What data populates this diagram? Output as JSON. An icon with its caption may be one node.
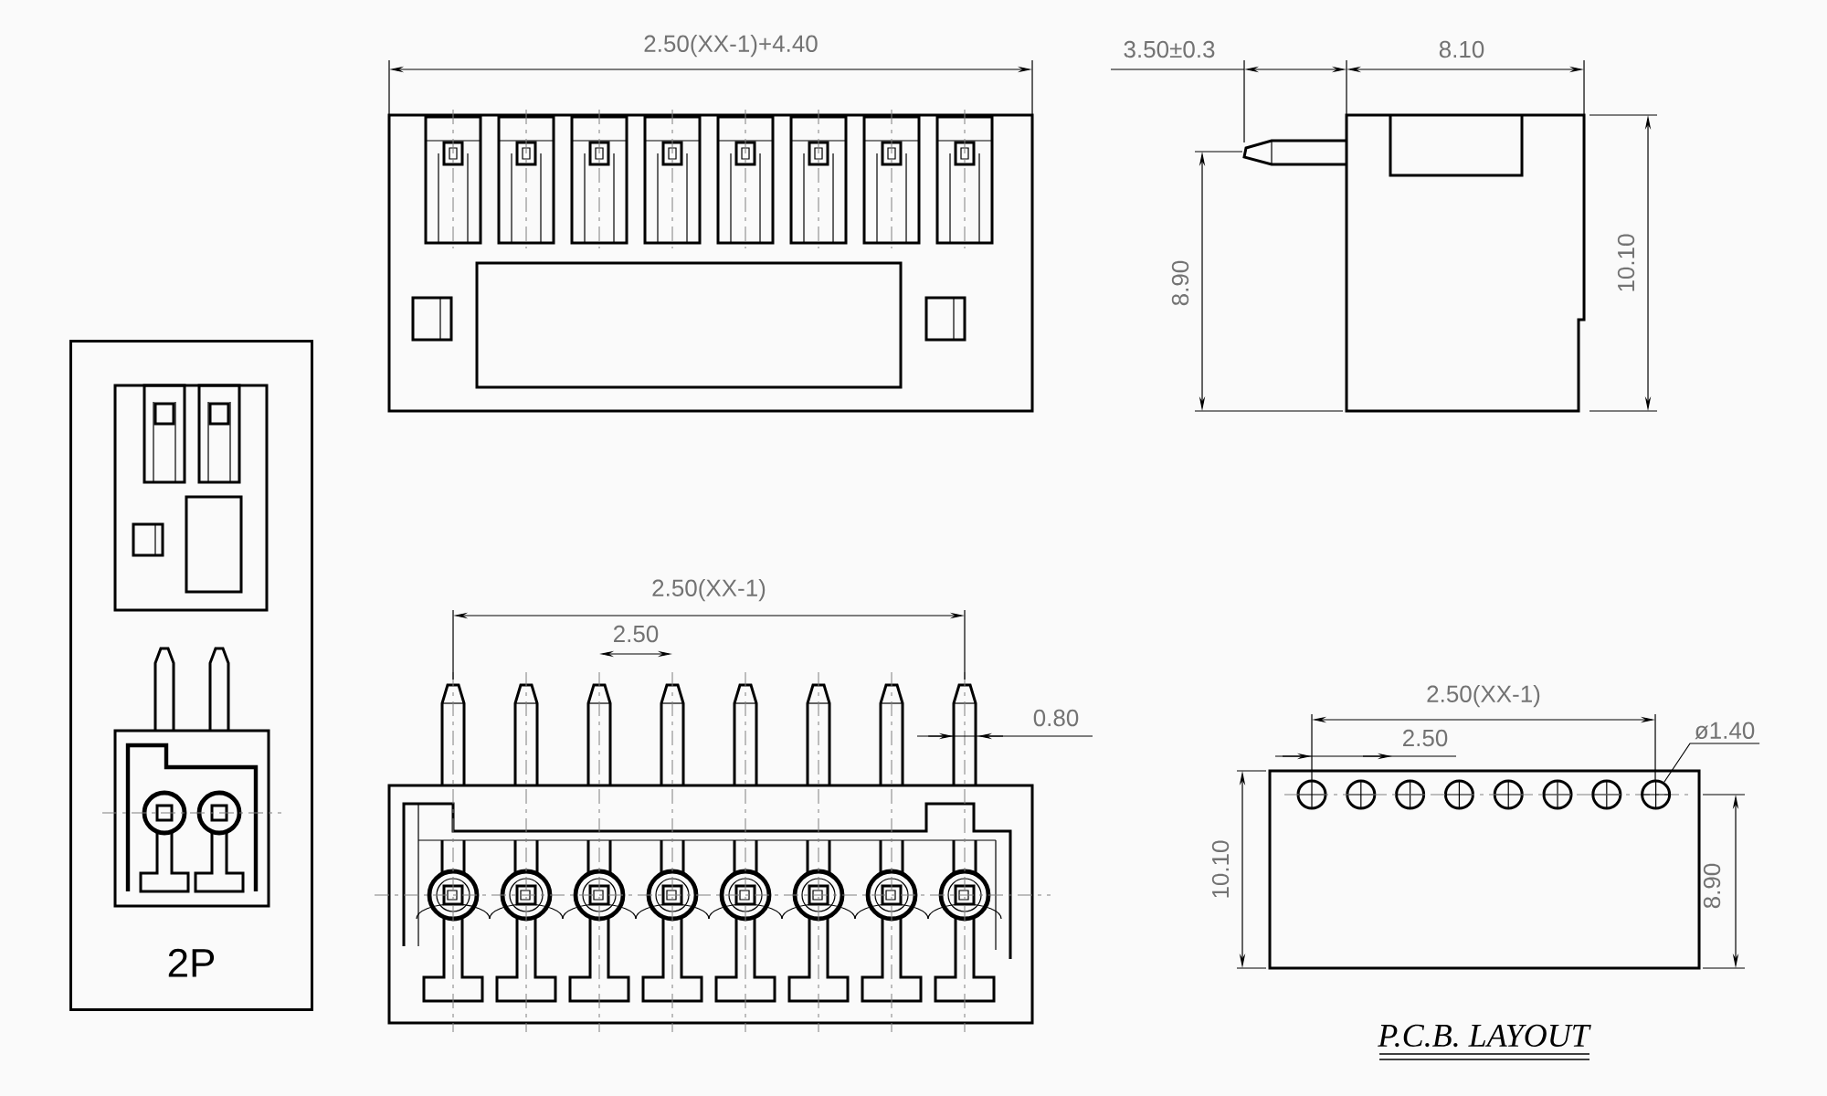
{
  "diagram": {
    "nodes": [
      {
        "text": [
          "2P"
        ]
      },
      {
        "text": [
          "ø1.40"
        ]
      },
      {
        "text": [],
        "shape": "circle"
      }
    ],
    "edges": [
      {
        "from": 1,
        "to": 2,
        "arrow": "none"
      }
    ],
    "labels": [
      "2.50(XX-1)+4.40",
      "3.50±0.3",
      "8.10",
      "8.90",
      "10.10",
      "2.50(XX-1)",
      "2.50",
      "0.80",
      "2.50(XX-1)",
      "2.50",
      "10.10",
      "8.90",
      "P.C.B. LAYOUT"
    ]
  }
}
